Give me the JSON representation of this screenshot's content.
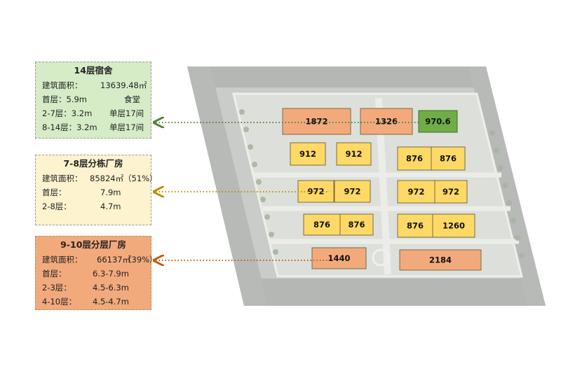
{
  "panels": [
    {
      "title": "14层宿舍",
      "rows": [
        {
          "label": "建筑面积：",
          "value": "13639.48㎡",
          "extra": ""
        },
        {
          "label": "首层：5.9m",
          "value": "",
          "extra": "食堂"
        },
        {
          "label": "2-7层：3.2m",
          "value": "",
          "extra": "单层17间"
        },
        {
          "label": "8-14层：3.2m",
          "value": "",
          "extra": "单层17间"
        }
      ]
    },
    {
      "title": "7-8层分栋厂房",
      "rows": [
        {
          "label": "建筑面积：",
          "value": "85824㎡",
          "extra": "（51%）"
        },
        {
          "label": "首层：",
          "value": "7.9m",
          "extra": ""
        },
        {
          "label": "2-8层：",
          "value": "4.7m",
          "extra": ""
        }
      ]
    },
    {
      "title": "9-10层分层厂房",
      "rows": [
        {
          "label": "建筑面积：",
          "value": "66137㎡",
          "extra": "（39%）"
        },
        {
          "label": "首层：",
          "value": "6.3-7.9m",
          "extra": ""
        },
        {
          "label": "2-3层：",
          "value": "4.5-6.3m",
          "extra": ""
        },
        {
          "label": "4-10层：",
          "value": "4.5-4.7m",
          "extra": ""
        }
      ]
    }
  ],
  "buildings": [
    {
      "label": "1872",
      "type": "orange"
    },
    {
      "label": "1326",
      "type": "orange"
    },
    {
      "label": "970.6",
      "type": "green"
    },
    {
      "label": "912",
      "type": "yellow"
    },
    {
      "label": "912",
      "type": "yellow"
    },
    {
      "label": "876",
      "type": "yellow"
    },
    {
      "label": "876",
      "type": "yellow"
    },
    {
      "label": "972",
      "type": "yellow"
    },
    {
      "label": "972",
      "type": "yellow"
    },
    {
      "label": "972",
      "type": "yellow"
    },
    {
      "label": "972",
      "type": "yellow"
    },
    {
      "label": "876",
      "type": "yellow"
    },
    {
      "label": "876",
      "type": "yellow"
    },
    {
      "label": "876",
      "type": "yellow"
    },
    {
      "label": "1260",
      "type": "yellow"
    },
    {
      "label": "1440",
      "type": "orange"
    },
    {
      "label": "2184",
      "type": "orange"
    }
  ],
  "colors": {
    "orange": "#f2aa7d",
    "yellow": "#ffd966",
    "green": "#70ad47",
    "arrow_green": "#548235",
    "arrow_gold": "#bf8f00",
    "arrow_brown": "#c55a11"
  }
}
